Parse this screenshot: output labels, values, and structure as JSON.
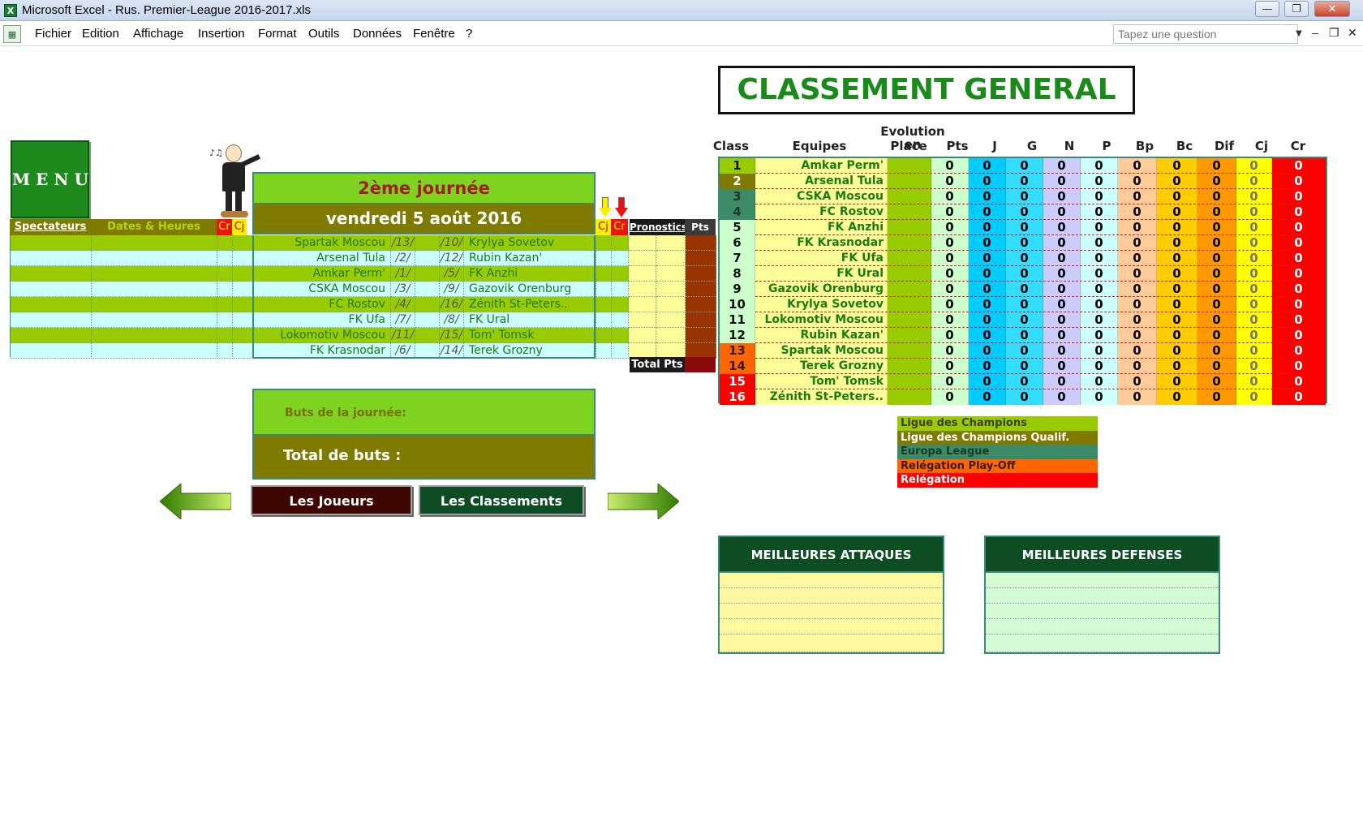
{
  "window": {
    "title": "Microsoft Excel - Rus. Premier-League 2016-2017.xls",
    "minimize": "—",
    "restore": "❐",
    "close": "✕"
  },
  "menubar": {
    "items": [
      "Fichier",
      "Edition",
      "Affichage",
      "Insertion",
      "Format",
      "Outils",
      "Données",
      "Fenêtre",
      "?"
    ],
    "help_placeholder": "Tapez une question",
    "mdi_min": "–",
    "mdi_restore": "❐",
    "mdi_close": "✕"
  },
  "menu_button": "MENU",
  "journee": {
    "title": "2ème journée",
    "date": "vendredi 5 août 2016"
  },
  "grid_headers": {
    "spectateurs": "Spectateurs",
    "dates_heures": "Dates & Heures",
    "cr": "Cr",
    "cj": "Cj",
    "cj2": "Cj",
    "cr2": "Cr",
    "pronostics": "Pronostics",
    "pts": "Pts",
    "total_pts": "Total Pts"
  },
  "fixtures": [
    {
      "home": "Spartak Moscou",
      "home_rank": "/13/",
      "away_rank": "/10/",
      "away": "Krylya Sovetov"
    },
    {
      "home": "Arsenal Tula",
      "home_rank": "/2/",
      "away_rank": "/12/",
      "away": "Rubin Kazan'"
    },
    {
      "home": "Amkar Perm'",
      "home_rank": "/1/",
      "away_rank": "/5/",
      "away": "FK Anzhi"
    },
    {
      "home": "CSKA Moscou",
      "home_rank": "/3/",
      "away_rank": "/9/",
      "away": "Gazovik Orenburg"
    },
    {
      "home": "FC Rostov",
      "home_rank": "/4/",
      "away_rank": "/16/",
      "away": "Zénith St-Peters.."
    },
    {
      "home": "FK Ufa",
      "home_rank": "/7/",
      "away_rank": "/8/",
      "away": "FK Ural"
    },
    {
      "home": "Lokomotiv Moscou",
      "home_rank": "/11/",
      "away_rank": "/15/",
      "away": "Tom' Tomsk"
    },
    {
      "home": "FK Krasnodar",
      "home_rank": "/6/",
      "away_rank": "/14/",
      "away": "Terek Grozny"
    }
  ],
  "buts": {
    "label": "Buts de la journée:",
    "total_label": "Total de buts :"
  },
  "nav": {
    "joueurs": "Les Joueurs",
    "classements": "Les Classements"
  },
  "classement": {
    "title": "CLASSEMENT GENERAL",
    "headers": {
      "class": "Class",
      "equipes": "Equipes",
      "evolution": "Evolution en",
      "place": "Place",
      "pts": "Pts",
      "j": "J",
      "g": "G",
      "n": "N",
      "p": "P",
      "bp": "Bp",
      "bc": "Bc",
      "dif": "Dif",
      "cj": "Cj",
      "cr": "Cr"
    },
    "rows": [
      {
        "pos": "1",
        "team": "Amkar Perm'",
        "pts": "0",
        "j": "0",
        "g": "0",
        "n": "0",
        "p": "0",
        "bp": "0",
        "bc": "0",
        "dif": "0",
        "cj": "0",
        "cr": "0"
      },
      {
        "pos": "2",
        "team": "Arsenal Tula",
        "pts": "0",
        "j": "0",
        "g": "0",
        "n": "0",
        "p": "0",
        "bp": "0",
        "bc": "0",
        "dif": "0",
        "cj": "0",
        "cr": "0"
      },
      {
        "pos": "3",
        "team": "CSKA Moscou",
        "pts": "0",
        "j": "0",
        "g": "0",
        "n": "0",
        "p": "0",
        "bp": "0",
        "bc": "0",
        "dif": "0",
        "cj": "0",
        "cr": "0"
      },
      {
        "pos": "4",
        "team": "FC Rostov",
        "pts": "0",
        "j": "0",
        "g": "0",
        "n": "0",
        "p": "0",
        "bp": "0",
        "bc": "0",
        "dif": "0",
        "cj": "0",
        "cr": "0"
      },
      {
        "pos": "5",
        "team": "FK Anzhi",
        "pts": "0",
        "j": "0",
        "g": "0",
        "n": "0",
        "p": "0",
        "bp": "0",
        "bc": "0",
        "dif": "0",
        "cj": "0",
        "cr": "0"
      },
      {
        "pos": "6",
        "team": "FK Krasnodar",
        "pts": "0",
        "j": "0",
        "g": "0",
        "n": "0",
        "p": "0",
        "bp": "0",
        "bc": "0",
        "dif": "0",
        "cj": "0",
        "cr": "0"
      },
      {
        "pos": "7",
        "team": "FK Ufa",
        "pts": "0",
        "j": "0",
        "g": "0",
        "n": "0",
        "p": "0",
        "bp": "0",
        "bc": "0",
        "dif": "0",
        "cj": "0",
        "cr": "0"
      },
      {
        "pos": "8",
        "team": "FK Ural",
        "pts": "0",
        "j": "0",
        "g": "0",
        "n": "0",
        "p": "0",
        "bp": "0",
        "bc": "0",
        "dif": "0",
        "cj": "0",
        "cr": "0"
      },
      {
        "pos": "9",
        "team": "Gazovik Orenburg",
        "pts": "0",
        "j": "0",
        "g": "0",
        "n": "0",
        "p": "0",
        "bp": "0",
        "bc": "0",
        "dif": "0",
        "cj": "0",
        "cr": "0"
      },
      {
        "pos": "10",
        "team": "Krylya Sovetov",
        "pts": "0",
        "j": "0",
        "g": "0",
        "n": "0",
        "p": "0",
        "bp": "0",
        "bc": "0",
        "dif": "0",
        "cj": "0",
        "cr": "0"
      },
      {
        "pos": "11",
        "team": "Lokomotiv Moscou",
        "pts": "0",
        "j": "0",
        "g": "0",
        "n": "0",
        "p": "0",
        "bp": "0",
        "bc": "0",
        "dif": "0",
        "cj": "0",
        "cr": "0"
      },
      {
        "pos": "12",
        "team": "Rubin Kazan'",
        "pts": "0",
        "j": "0",
        "g": "0",
        "n": "0",
        "p": "0",
        "bp": "0",
        "bc": "0",
        "dif": "0",
        "cj": "0",
        "cr": "0"
      },
      {
        "pos": "13",
        "team": "Spartak Moscou",
        "pts": "0",
        "j": "0",
        "g": "0",
        "n": "0",
        "p": "0",
        "bp": "0",
        "bc": "0",
        "dif": "0",
        "cj": "0",
        "cr": "0"
      },
      {
        "pos": "14",
        "team": "Terek Grozny",
        "pts": "0",
        "j": "0",
        "g": "0",
        "n": "0",
        "p": "0",
        "bp": "0",
        "bc": "0",
        "dif": "0",
        "cj": "0",
        "cr": "0"
      },
      {
        "pos": "15",
        "team": "Tom' Tomsk",
        "pts": "0",
        "j": "0",
        "g": "0",
        "n": "0",
        "p": "0",
        "bp": "0",
        "bc": "0",
        "dif": "0",
        "cj": "0",
        "cr": "0"
      },
      {
        "pos": "16",
        "team": "Zénith St-Peters..",
        "pts": "0",
        "j": "0",
        "g": "0",
        "n": "0",
        "p": "0",
        "bp": "0",
        "bc": "0",
        "dif": "0",
        "cj": "0",
        "cr": "0"
      }
    ]
  },
  "legend": [
    {
      "label": "Ligue des Champions",
      "bg": "#99cc00",
      "fg": "#3d3d00"
    },
    {
      "label": "Ligue des Champions Qualif.",
      "bg": "#807a00",
      "fg": "#ffffff"
    },
    {
      "label": "Europa League",
      "bg": "#3c8a66",
      "fg": "#1a3a2a"
    },
    {
      "label": "Relégation Play-Off",
      "bg": "#ff6600",
      "fg": "#3a1a00"
    },
    {
      "label": "Relégation",
      "bg": "#ff0000",
      "fg": "#ffffff"
    }
  ],
  "best": {
    "attaques": "MEILLEURES ATTAQUES",
    "defenses": "MEILLEURES DEFENSES"
  },
  "colors": {
    "green_light": "#7ed321",
    "olive": "#7f7a00",
    "dark_green": "#0e4d24",
    "maroon": "#400a00"
  }
}
